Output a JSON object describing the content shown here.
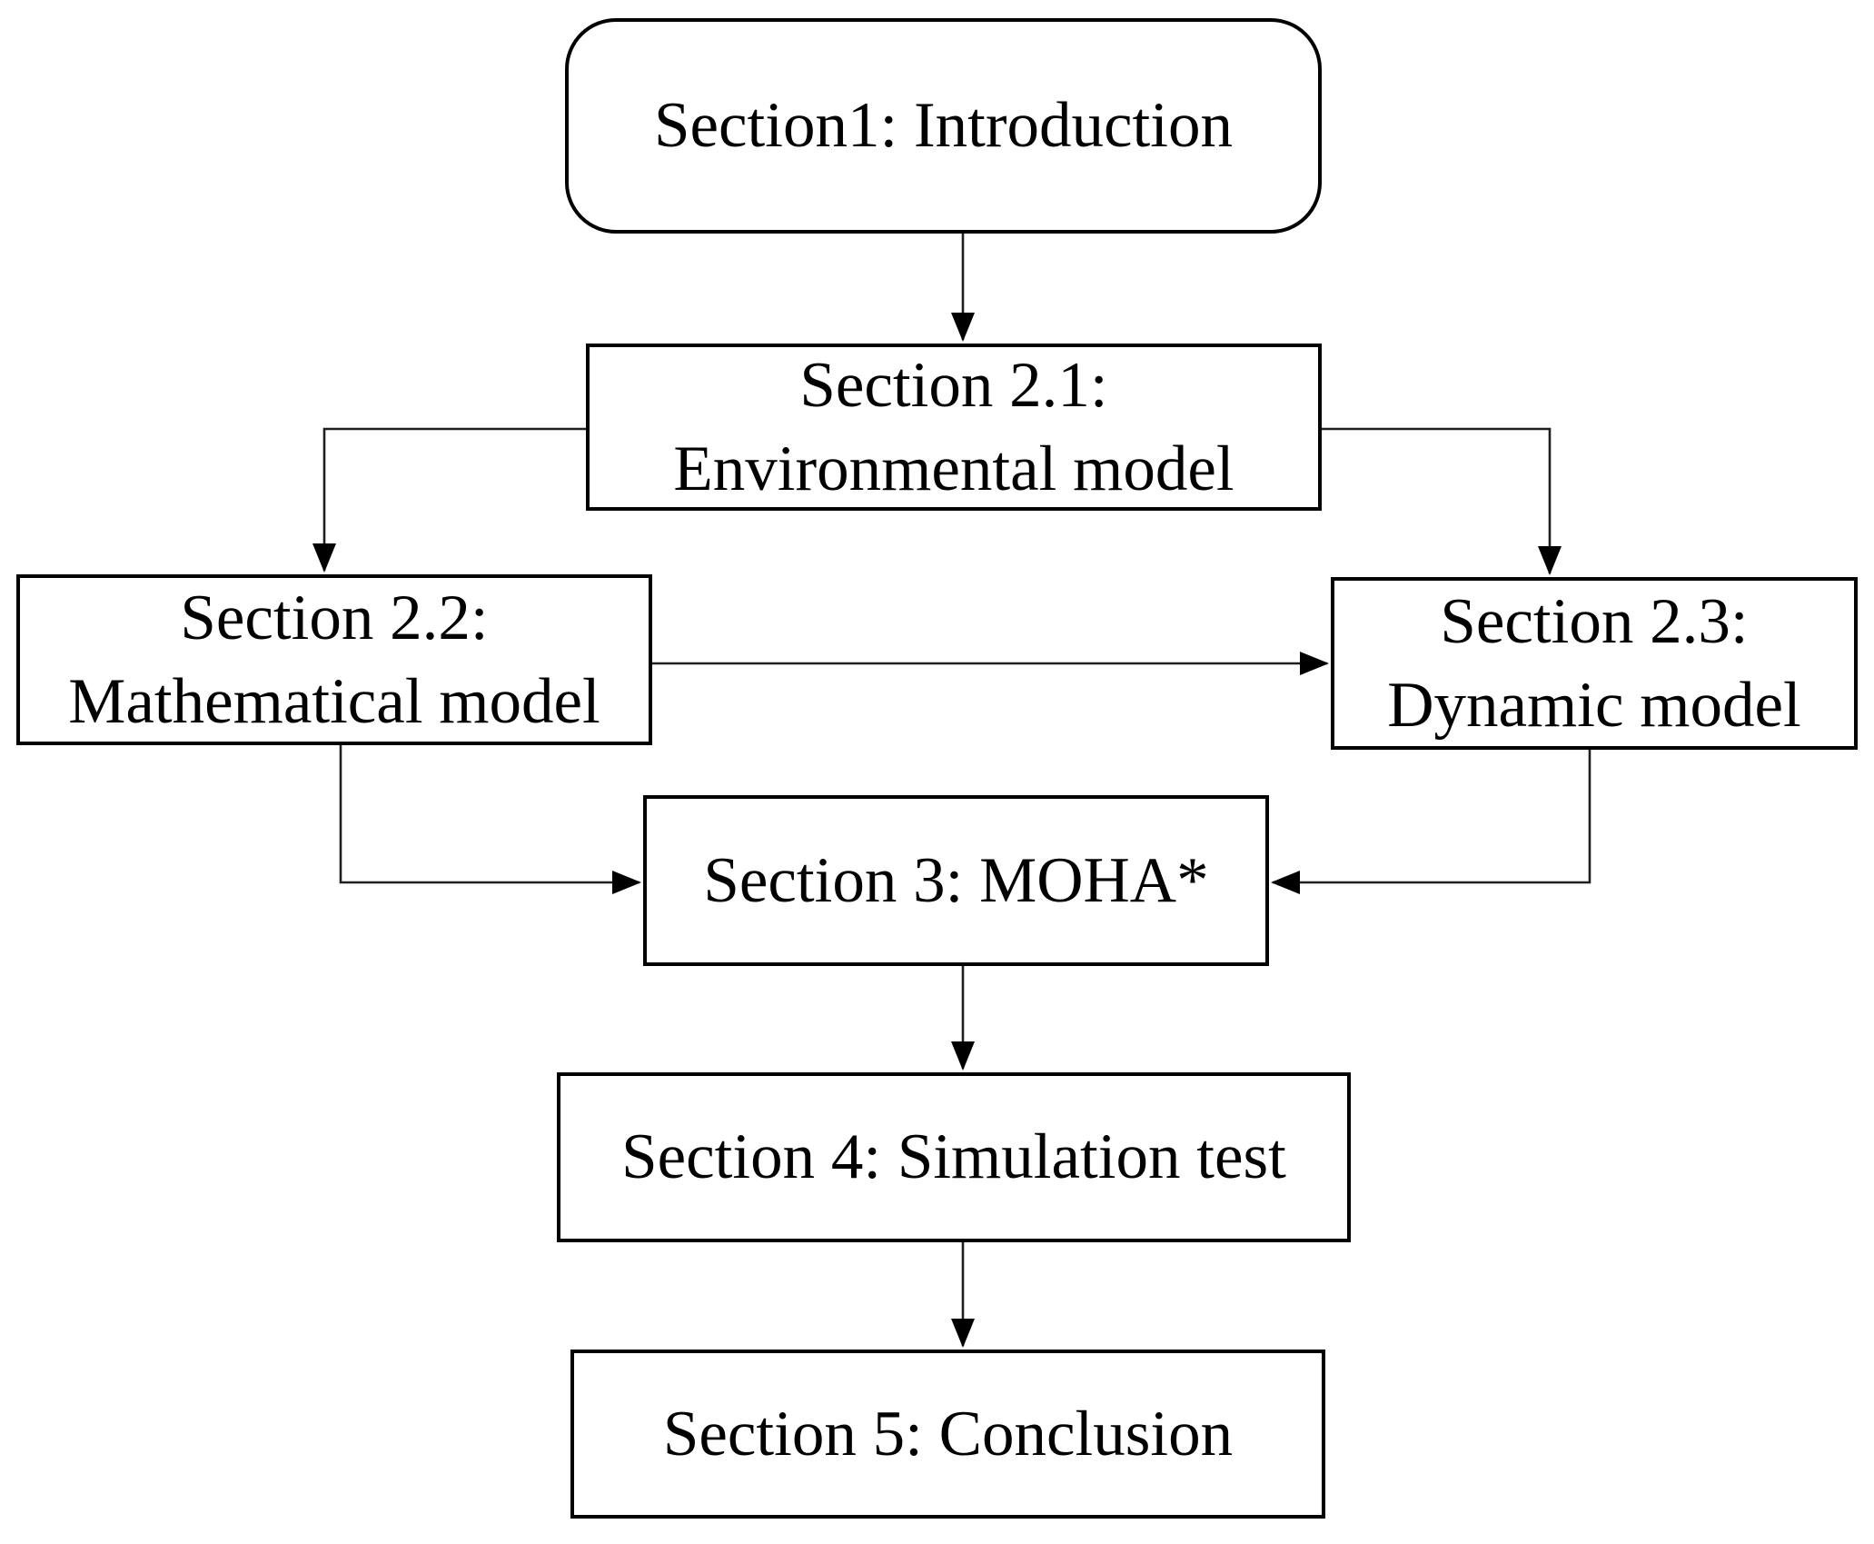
{
  "diagram": {
    "nodes": {
      "intro": {
        "label": "Section1: Introduction",
        "shape": "rounded"
      },
      "s21": {
        "line1": "Section 2.1:",
        "line2": "Environmental model",
        "shape": "rect"
      },
      "s22": {
        "line1": "Section 2.2:",
        "line2": "Mathematical model",
        "shape": "rect"
      },
      "s23": {
        "line1": "Section 2.3:",
        "line2": "Dynamic model",
        "shape": "rect"
      },
      "s3": {
        "label": "Section 3: MOHA*",
        "shape": "rect"
      },
      "s4": {
        "label": "Section 4: Simulation test",
        "shape": "rect"
      },
      "s5": {
        "label": "Section 5: Conclusion",
        "shape": "rect"
      }
    },
    "edges": [
      {
        "from": "intro",
        "to": "s21",
        "style": "straight-down-arrow"
      },
      {
        "from": "s21",
        "to": "s22",
        "style": "elbow-left-down-arrow"
      },
      {
        "from": "s21",
        "to": "s23",
        "style": "elbow-right-down-arrow"
      },
      {
        "from": "s22",
        "to": "s23",
        "style": "straight-right-arrow"
      },
      {
        "from": "s22",
        "to": "s3",
        "style": "elbow-down-right-arrow"
      },
      {
        "from": "s23",
        "to": "s3",
        "style": "elbow-down-left-arrow"
      },
      {
        "from": "s3",
        "to": "s4",
        "style": "straight-down-arrow"
      },
      {
        "from": "s4",
        "to": "s5",
        "style": "straight-down-arrow"
      }
    ],
    "colors": {
      "background": "#ffffff",
      "box_fill": "#ffffff",
      "box_border": "#000000",
      "connector": "#1f1f1f",
      "arrowhead": "#000000",
      "text": "#000000"
    }
  }
}
